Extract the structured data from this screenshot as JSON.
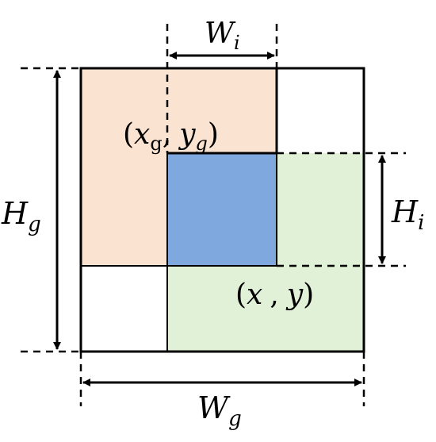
{
  "colors": {
    "gt_box": "#FBE3D2",
    "pred_box": "#E0F1D7",
    "intersection": "#7FA8DE",
    "line": "#000000"
  },
  "labels": {
    "wi": {
      "main": "W",
      "sub": "i"
    },
    "hi": {
      "main": "H",
      "sub": "i"
    },
    "hg": {
      "main": "H",
      "sub": "g"
    },
    "wg": {
      "main": "W",
      "sub": "g"
    },
    "gt_center": {
      "open": "(",
      "x": "x",
      "xsub": "g",
      "comma": ",",
      "y": "y",
      "ysub": "g",
      "close": ")"
    },
    "pred_center": {
      "open": "(",
      "x": "x",
      "comma": ",",
      "y": "y",
      "close": ")"
    }
  }
}
